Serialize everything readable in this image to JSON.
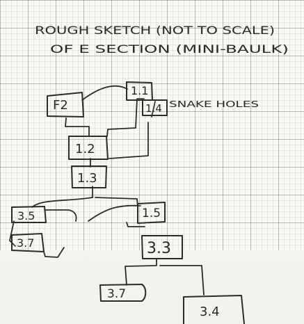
{
  "title_line_1": "ROUGH SKETCH (NOT TO SCALE)",
  "title_line_2": "OF E SECTION (MINI-BAULK)",
  "boxes": {
    "f2": "F2",
    "b1_1": "1.1",
    "b1_4": "1.4",
    "b1_2": "1.2",
    "b1_3": "1.3",
    "b3_5": "3.5",
    "b3_7_left": "3.7",
    "b1_5": "1.5",
    "b3_3": "3.3",
    "b3_7_bottom": "3.7",
    "b3_4": "3.4"
  },
  "annotation": "SNAKE HOLES"
}
